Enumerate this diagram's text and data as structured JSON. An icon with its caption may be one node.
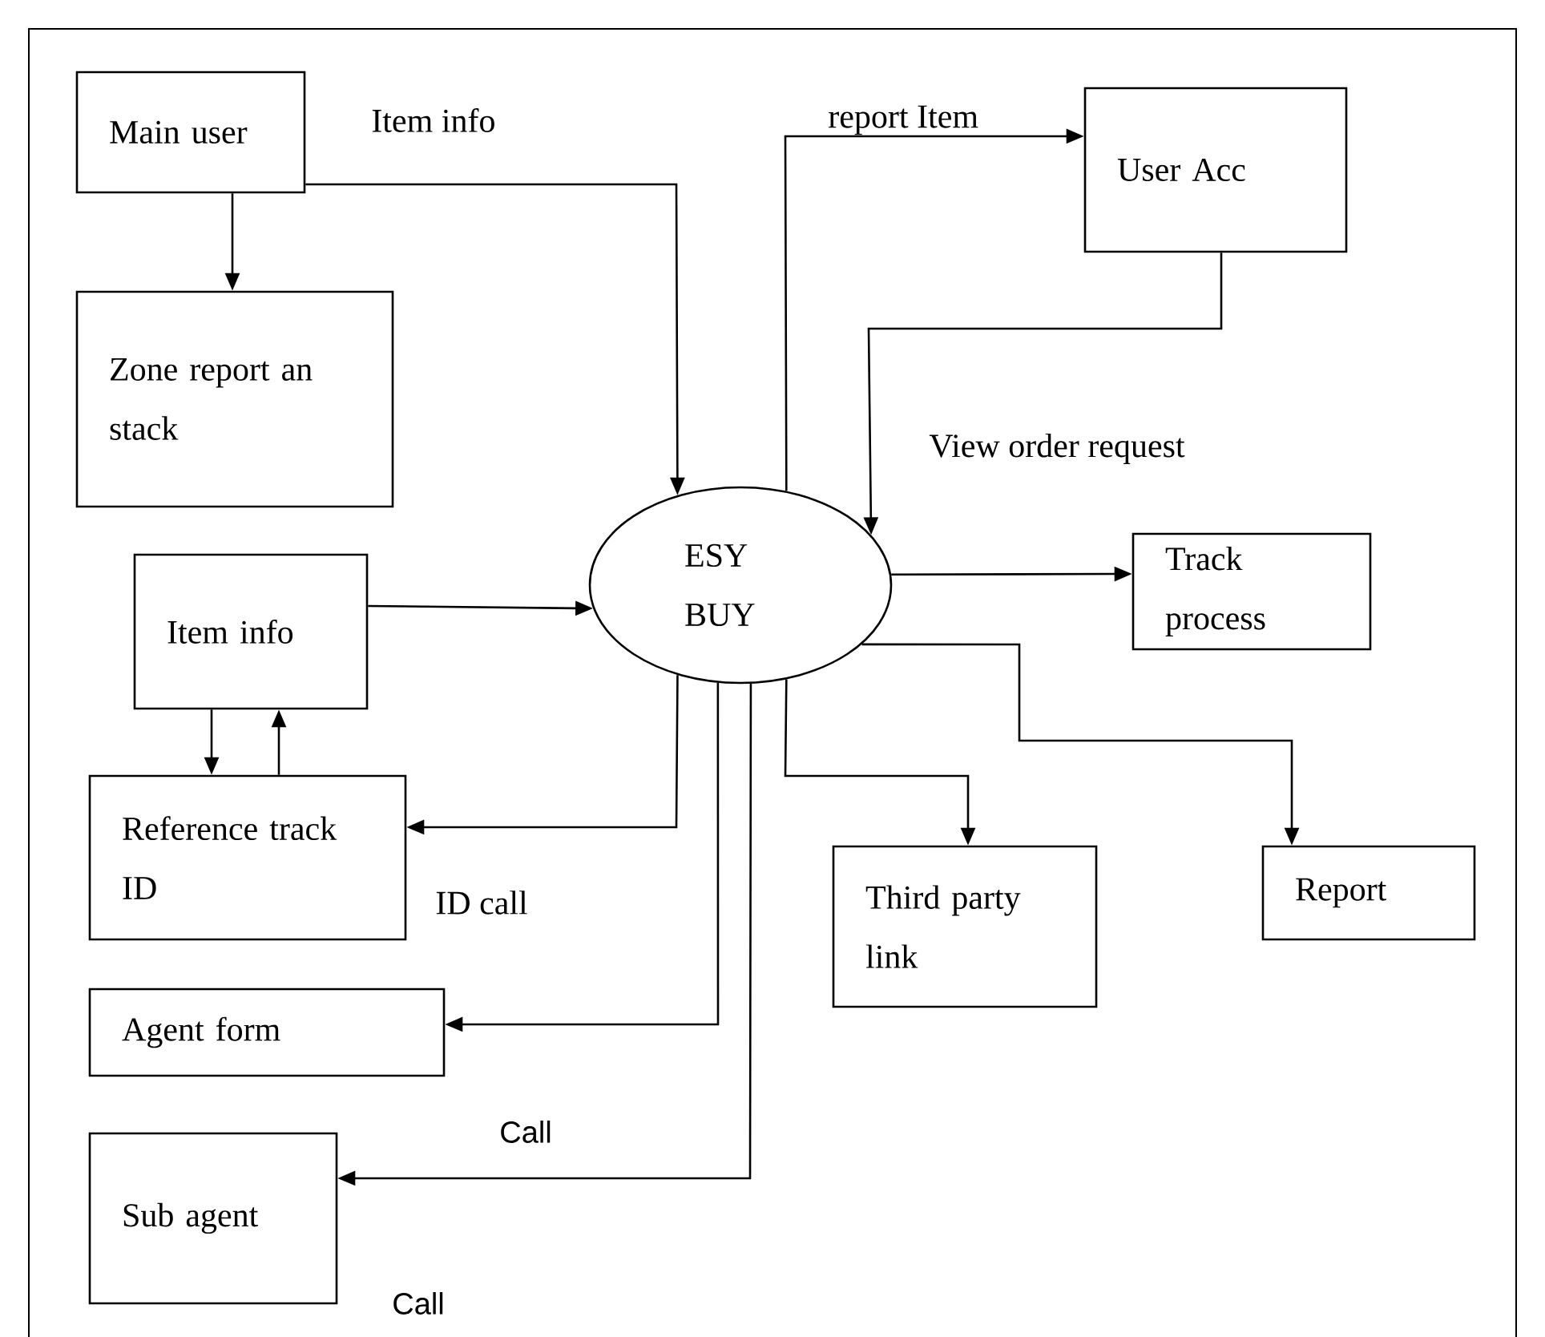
{
  "diagram": {
    "nodes": [
      {
        "text": [
          "Main user"
        ]
      },
      {
        "text": [
          "Zone report an stack"
        ]
      },
      {
        "text": [
          "User Acc"
        ]
      },
      {
        "text": [
          "ESY BUY"
        ]
      },
      {
        "text": [
          "Track process"
        ]
      },
      {
        "text": [
          "Item info"
        ]
      },
      {
        "text": [
          "Reference track ID"
        ]
      },
      {
        "text": [
          "Third party link"
        ]
      },
      {
        "text": [
          "Report"
        ]
      },
      {
        "text": [
          "Agent form"
        ]
      },
      {
        "text": [
          "Sub agent"
        ]
      }
    ],
    "edges": [
      {
        "from": 0,
        "to": 1,
        "arrow": "to"
      },
      {
        "from": 0,
        "to": 3,
        "arrow": "to",
        "label": "Item info"
      },
      {
        "from": 3,
        "to": 2,
        "arrow": "to",
        "label": "report Item"
      },
      {
        "from": 2,
        "to": 3,
        "arrow": "to",
        "label": "View order request"
      },
      {
        "from": 3,
        "to": 4,
        "arrow": "to"
      },
      {
        "from": 5,
        "to": 3,
        "arrow": "to"
      },
      {
        "from": 5,
        "to": 6,
        "arrow": "to"
      },
      {
        "from": 6,
        "to": 5,
        "arrow": "to"
      },
      {
        "from": 3,
        "to": 6,
        "arrow": "to",
        "label": "ID call"
      },
      {
        "from": 3,
        "to": 7,
        "arrow": "to"
      },
      {
        "from": 3,
        "to": 8,
        "arrow": "to"
      },
      {
        "from": 3,
        "to": 9,
        "arrow": "to"
      },
      {
        "from": 3,
        "to": 10,
        "arrow": "to",
        "label": "Call"
      }
    ],
    "labels": [
      "Call"
    ]
  }
}
